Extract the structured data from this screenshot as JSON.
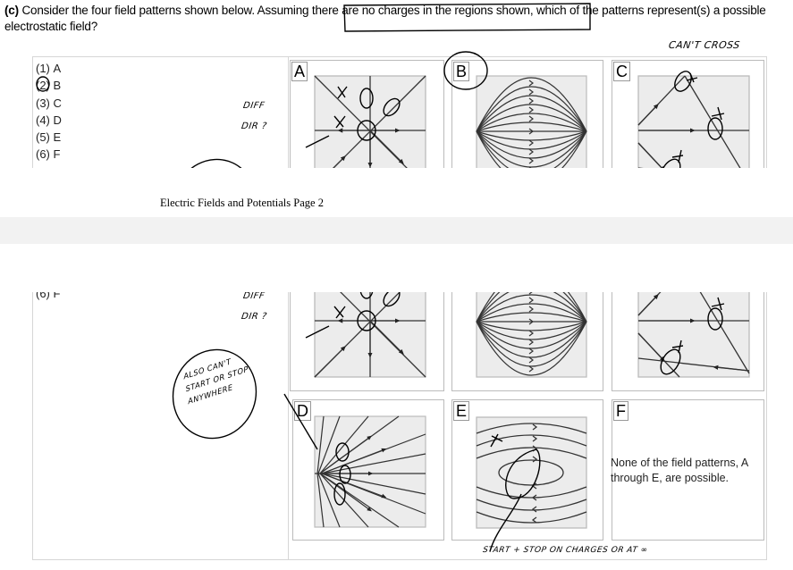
{
  "question": {
    "part": "(c)",
    "text_before": " Consider the four field patterns shown below.  Assuming ",
    "highlighted": "there are no charges in the regions shown",
    "text_after": ", which of the patterns represent(s) a possible electrostatic field?"
  },
  "options": [
    {
      "num": "(1)",
      "label": "A"
    },
    {
      "num": "(2)",
      "label": "B"
    },
    {
      "num": "(3)",
      "label": "C"
    },
    {
      "num": "(4)",
      "label": "D"
    },
    {
      "num": "(5)",
      "label": "E"
    },
    {
      "num": "(6)",
      "label": "F"
    }
  ],
  "panels": {
    "a": "A",
    "b": "B",
    "c": "C",
    "d": "D",
    "e": "E",
    "f": "F",
    "f_text": "None of the field patterns, A through E, are possible."
  },
  "annotations": {
    "cant_cross": "CAN'T CROSS",
    "diff": "DIFF",
    "dir": "DIR ?",
    "also_cant": "ALSO CAN'T START OR STOP ANYWHERE",
    "start_stop": "START + STOP ON CHARGES OR AT ∞"
  },
  "footer": "Electric Fields and Potentials Page 2"
}
